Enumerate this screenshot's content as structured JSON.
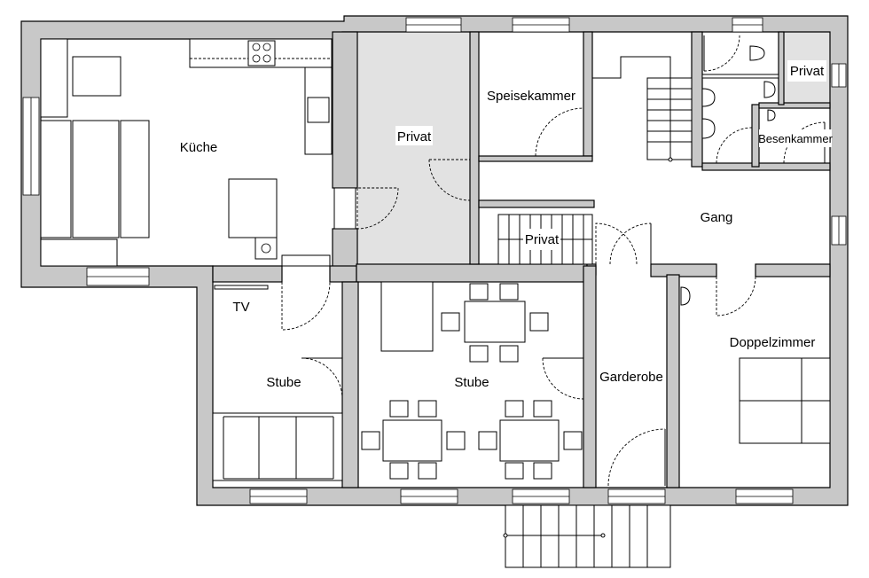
{
  "rooms": {
    "kueche": "Küche",
    "privat_1": "Privat",
    "speisekammer": "Speisekammer",
    "privat_2": "Privat",
    "besenkammer": "Besenkammer",
    "gang": "Gang",
    "privat_3": "Privat",
    "tv": "TV",
    "stube_1": "Stube",
    "stube_2": "Stube",
    "garderobe": "Garderobe",
    "doppelzimmer": "Doppelzimmer"
  }
}
